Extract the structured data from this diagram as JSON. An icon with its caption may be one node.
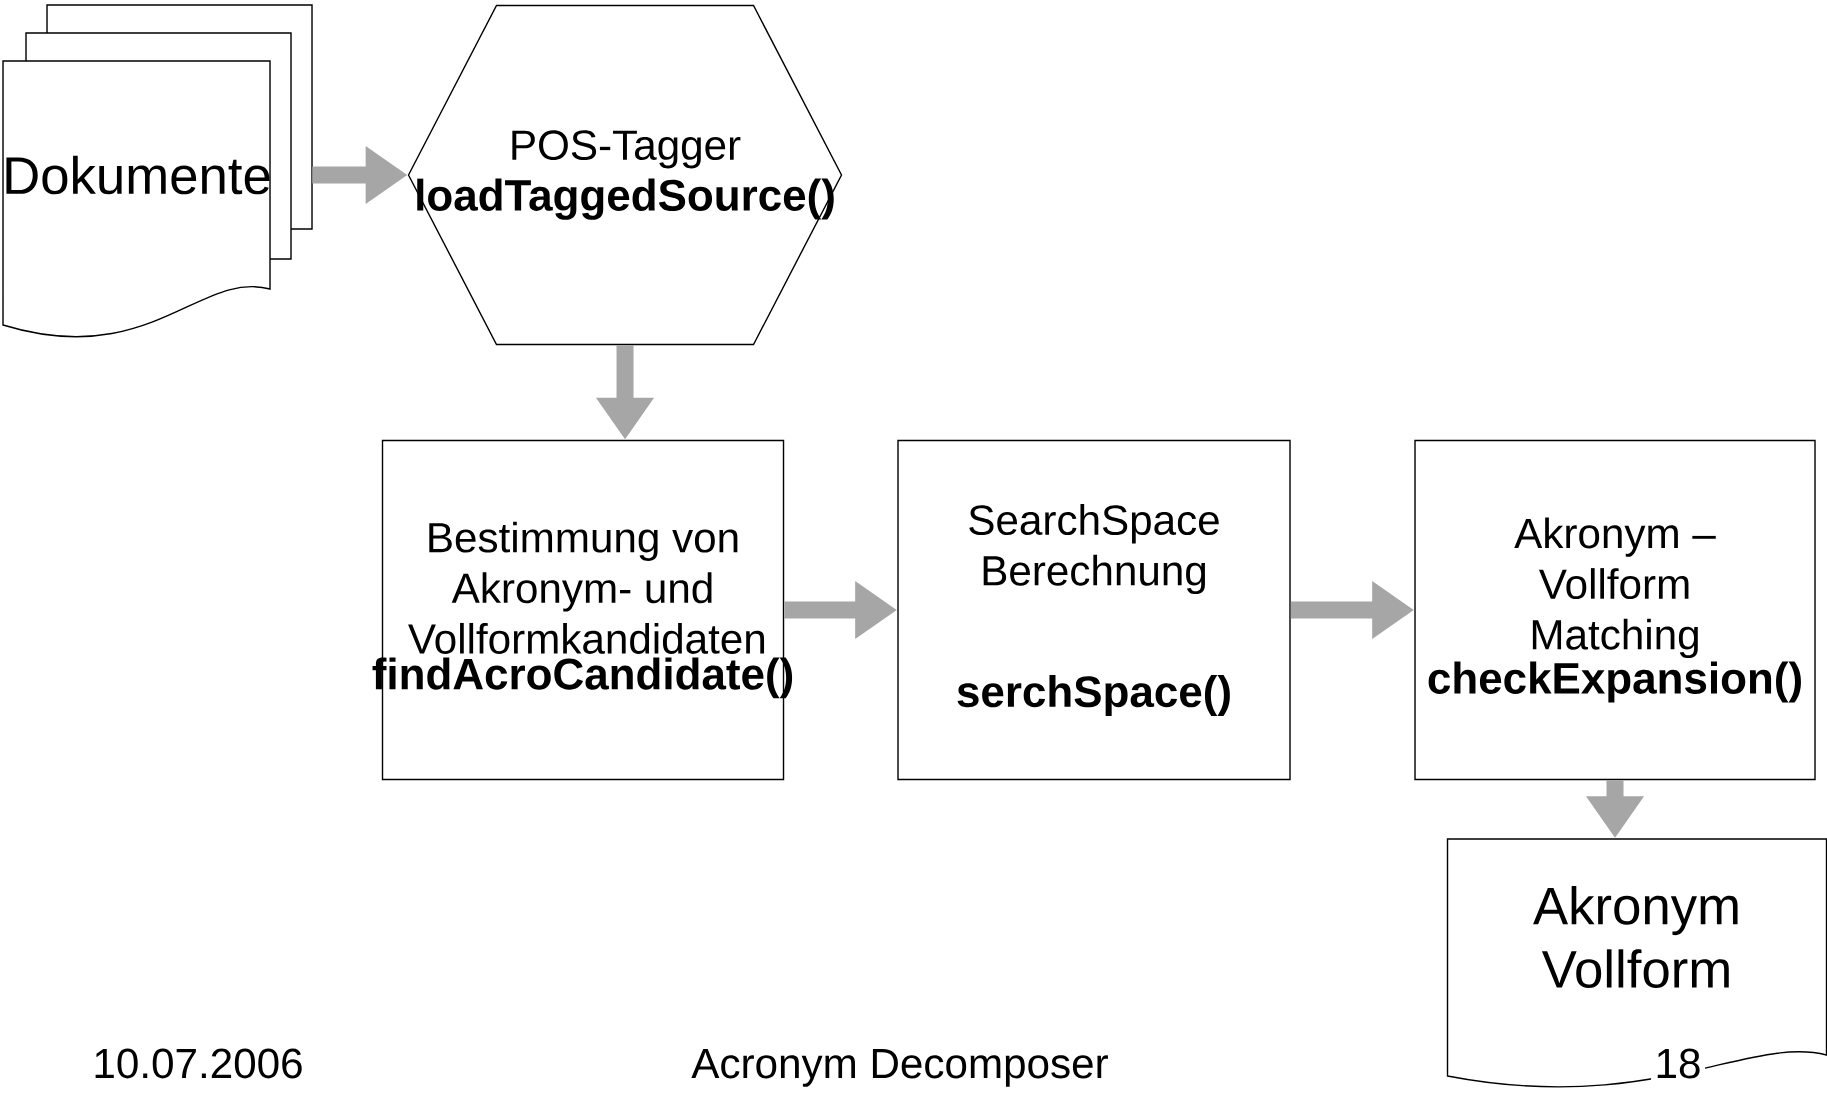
{
  "diagram": {
    "nodes": [
      {
        "text": [
          "Dokumente"
        ]
      },
      {
        "text": [
          "POS-Tagger",
          "loadTaggedSource()"
        ]
      },
      {
        "text": [
          "Bestimmung von Akronym- und Vollformkandidaten",
          "findAcroCandidate()"
        ]
      },
      {
        "text": [
          "SearchSpace Berechnung",
          "serchSpace()"
        ]
      },
      {
        "text": [
          "Akronym – Vollform Matching",
          "checkExpansion()"
        ]
      },
      {
        "text": [
          "Akronym Vollform"
        ]
      }
    ],
    "edges": [
      {
        "from": 0,
        "to": 1,
        "arrow": "to"
      },
      {
        "from": 1,
        "to": 2,
        "arrow": "to"
      },
      {
        "from": 2,
        "to": 3,
        "arrow": "to"
      },
      {
        "from": 3,
        "to": 4,
        "arrow": "to"
      },
      {
        "from": 4,
        "to": 5,
        "arrow": "to"
      }
    ],
    "labels": [
      "10.07.2006",
      "Acronym Decomposer",
      "18"
    ]
  }
}
